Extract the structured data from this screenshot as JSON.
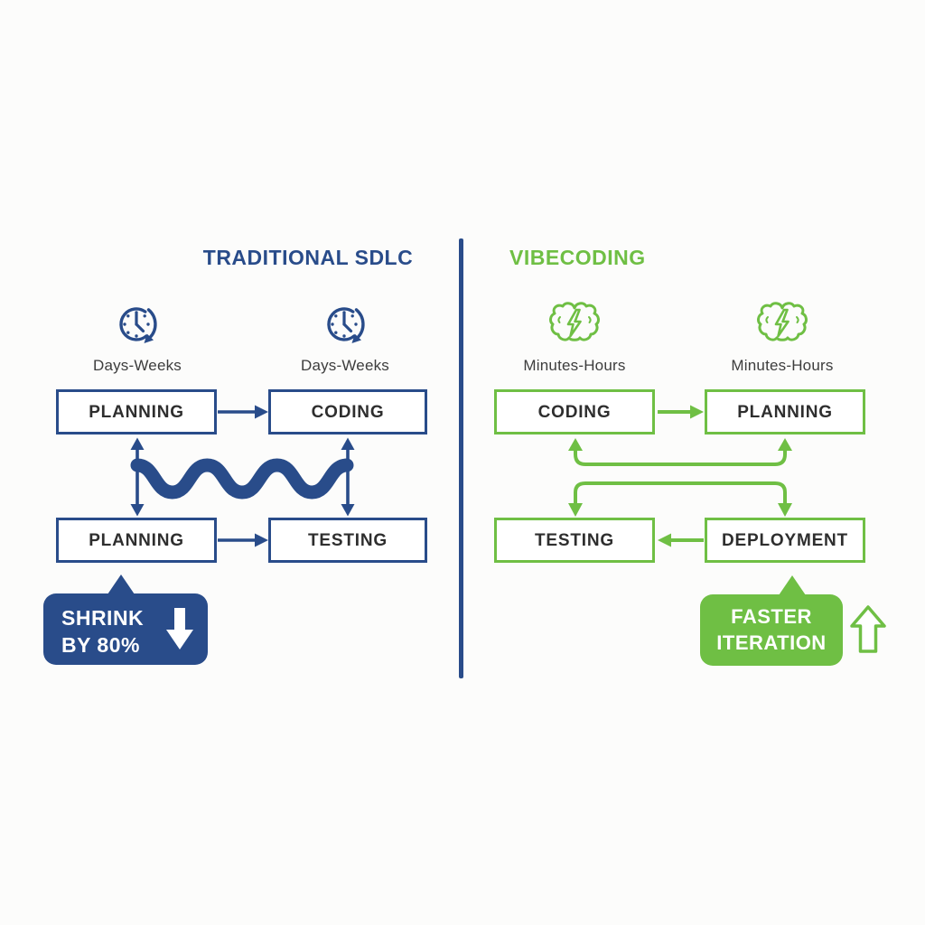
{
  "colors": {
    "blue": "#294c8a",
    "green": "#6fbf44",
    "text_dark": "#2e2e2e",
    "label_gray": "#3d3d3d",
    "bg": "#fcfcfb",
    "white": "#ffffff"
  },
  "left_panel": {
    "title": "TRADITIONAL SDLC",
    "icon": "clock-icon",
    "time_labels": [
      "Days-Weeks",
      "Days-Weeks"
    ],
    "boxes": {
      "top_left": "PLANNING",
      "top_right": "CODING",
      "bottom_left": "PLANNING",
      "bottom_right": "TESTING"
    },
    "badge": {
      "line1": "SHRINK",
      "line2": "BY 80%",
      "arrow_icon": "down-arrow-icon"
    }
  },
  "right_panel": {
    "title": "VIBECODING",
    "icon": "brain-lightning-icon",
    "time_labels": [
      "Minutes-Hours",
      "Minutes-Hours"
    ],
    "boxes": {
      "top_left": "CODING",
      "top_right": "PLANNING",
      "bottom_left": "TESTING",
      "bottom_right": "DEPLOYMENT"
    },
    "badge": {
      "line1": "FASTER",
      "line2": "ITERATION",
      "arrow_icon": "up-arrow-icon"
    }
  }
}
